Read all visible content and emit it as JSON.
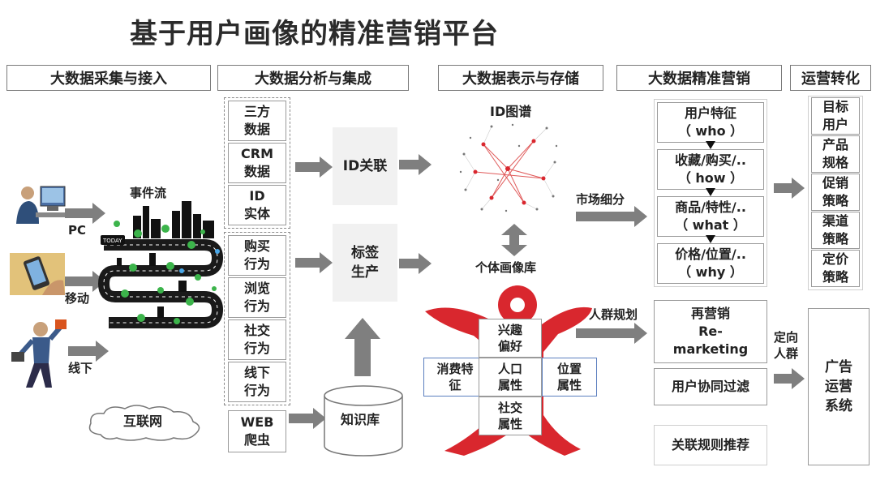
{
  "title": "基于用户画像的精准营销平台",
  "headers": [
    "大数据采集与接入",
    "大数据分析与集成",
    "大数据表示与存储",
    "大数据精准营销",
    "运营转化"
  ],
  "sources": {
    "pc": "PC",
    "mobile": "移动",
    "offline": "线下",
    "event_flow": "事件流",
    "internet": "互联网",
    "today_badge": "TODAY"
  },
  "analysis_top": [
    "三方\n数据",
    "CRM\n数据",
    "ID\n实体"
  ],
  "analysis_bottom": [
    "购买\n行为",
    "浏览\n行为",
    "社交\n行为",
    "线下\n行为"
  ],
  "web_crawler": "WEB\n爬虫",
  "id_link": "ID关联",
  "tag_production": "标签\n生产",
  "knowledge_base": "知识库",
  "id_graph": "ID图谱",
  "profile_db": "个体画像库",
  "profile_attrs": {
    "interest": "兴趣\n偏好",
    "consumption": "消费特\n征",
    "demographic": "人口\n属性",
    "location": "位置\n属性",
    "social": "社交\n属性"
  },
  "market_segmentation": "市场细分",
  "crowd_planning": "人群规划",
  "targeting_crowd": "定向\n人群",
  "user_features": [
    "用户特征\n（ who ）",
    "收藏/购买/..\n（ how ）",
    "商品/特性/..\n（ what ）",
    "价格/位置/..\n（ why ）"
  ],
  "remarketing": "再营销\nRe-\nmarketing",
  "collab_filter": "用户协同过滤",
  "assoc_rules": "关联规则推荐",
  "conversion_items": [
    "目标\n用户",
    "产品\n规格",
    "促销\n策略",
    "渠道\n策略",
    "定价\n策略"
  ],
  "ad_system": "广告\n运营\n系统",
  "colors": {
    "arrow": "#7f7f7f",
    "figure": "#d9272e",
    "node": "#3cb44b",
    "graph_edge": "#e05a5a"
  }
}
